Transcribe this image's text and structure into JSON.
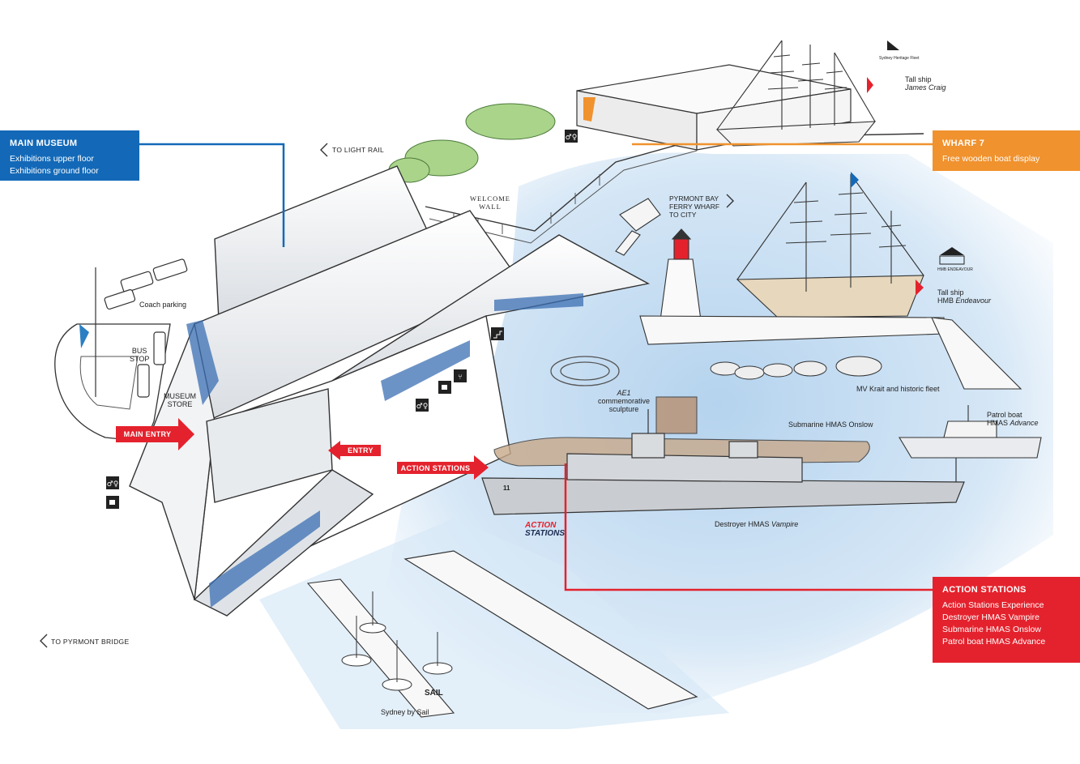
{
  "colors": {
    "main_museum": "#1369b8",
    "wharf_7": "#f0922e",
    "action_stations": "#e4222d",
    "water": "#bcd8ef"
  },
  "panels": {
    "main_museum": {
      "title": "MAIN MUSEUM",
      "lines": [
        "Exhibitions upper floor",
        "Exhibitions ground floor"
      ]
    },
    "wharf_7": {
      "title": "WHARF 7",
      "lines": [
        "Free wooden boat display"
      ]
    },
    "action_stations": {
      "title": "ACTION STATIONS",
      "lines": [
        "Action Stations Experience",
        "Destroyer HMAS Vampire",
        "Submarine HMAS Onslow",
        "Patrol boat HMAS Advance"
      ]
    }
  },
  "labels": {
    "to_light_rail": "TO LIGHT RAIL",
    "to_pyrmont_bridge": "TO PYRMONT BRIDGE",
    "welcome_wall_1": "WELCOME",
    "welcome_wall_2": "WALL",
    "ferry_1": "PYRMONT BAY",
    "ferry_2": "FERRY WHARF",
    "ferry_3": "TO CITY",
    "coach_parking": "Coach parking",
    "bus_stop_1": "BUS",
    "bus_stop_2": "STOP",
    "museum_store_1": "MUSEUM",
    "museum_store_2": "STORE",
    "main_entry": "MAIN ENTRY",
    "entry": "ENTRY",
    "action_stations_tag": "ACTION STATIONS",
    "ae1_1": "AE1",
    "ae1_2": "commemorative",
    "ae1_3": "sculpture",
    "tall_ship_james_1": "Tall ship",
    "tall_ship_james_2": "James Craig",
    "tall_ship_endeavour_1": "Tall ship",
    "tall_ship_endeavour_2a": "HMB",
    "tall_ship_endeavour_2b": "Endeavour",
    "mv_krait": "MV Krait and historic fleet",
    "submarine_a": "Submarine HMAS",
    "submarine_b": "Onslow",
    "patrol_1": "Patrol boat",
    "patrol_2a": "HMAS",
    "patrol_2b": "Advance",
    "destroyer_a": "Destroyer HMAS",
    "destroyer_b": "Vampire",
    "action_logo_1": "ACTION",
    "action_logo_2": "STATIONS",
    "sydney_by_sail": "Sydney by Sail",
    "sail_logo": "SAIL",
    "sydney_heritage_fleet": "Sydney Heritage Fleet",
    "hmb_endeavour_logo": "HMB ENDEAVOUR",
    "hull_number": "11"
  }
}
